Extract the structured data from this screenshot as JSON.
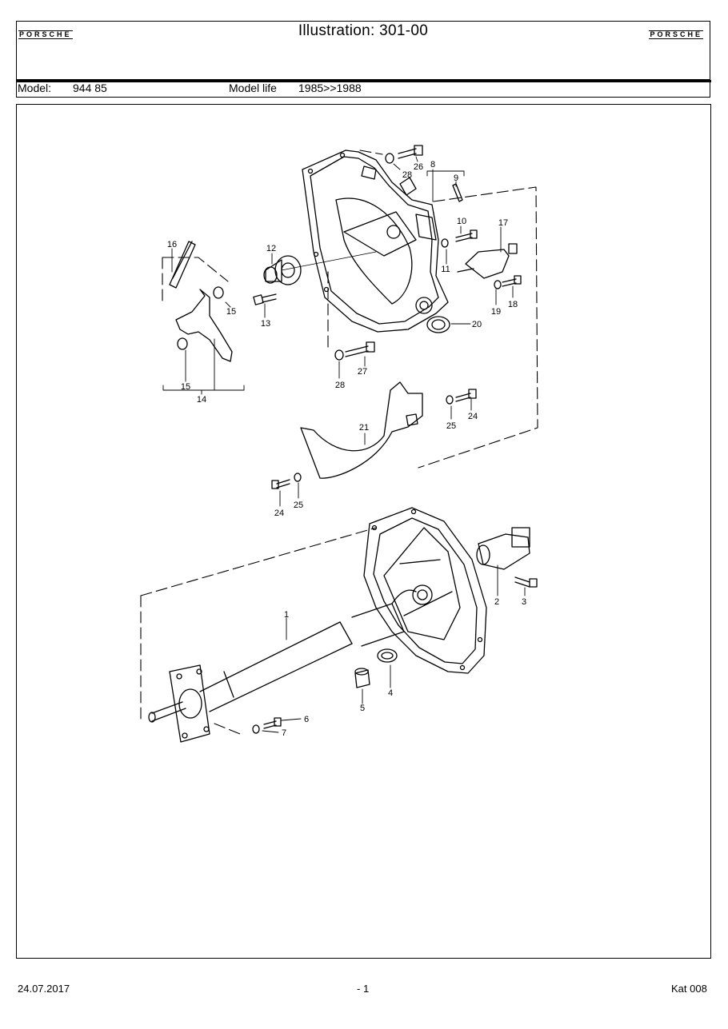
{
  "header": {
    "title": "Illustration: 301-00",
    "logo_left": "PORSCHE",
    "logo_right": "PORSCHE"
  },
  "model_row": {
    "model_label": "Model:",
    "model_value": "944 85",
    "life_label": "Model life",
    "life_value": "1985>>1988"
  },
  "callouts": [
    "1",
    "2",
    "3",
    "4",
    "5",
    "6",
    "7",
    "8",
    "9",
    "10",
    "11",
    "12",
    "13",
    "14",
    "15",
    "15",
    "16",
    "17",
    "18",
    "19",
    "20",
    "21",
    "24",
    "25",
    "24",
    "25",
    "26",
    "27",
    "28",
    "28"
  ],
  "footer": {
    "date": "24.07.2017",
    "page": "- 1",
    "catalog": "Kat 008"
  }
}
